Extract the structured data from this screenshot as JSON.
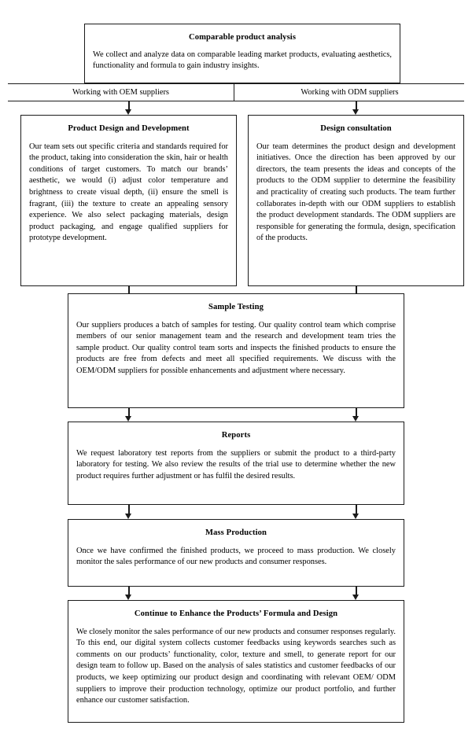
{
  "diagram": {
    "title": "Product development process flowchart",
    "accent_color": "#1b1b1b",
    "background_color": "#ffffff"
  },
  "nodes": {
    "comparable": {
      "title": "Comparable product analysis",
      "body": "We collect and analyze data on comparable leading market products, evaluating aesthetics, functionality and formula to gain industry insights."
    },
    "product_design": {
      "title": "Product Design and Development",
      "body": "Our team sets out specific criteria and standards required for the product, taking into consideration the skin, hair or health conditions of target customers. To match our brands’ aesthetic, we would (i) adjust color temperature and brightness to create visual depth, (ii) ensure the smell is  fragrant, (iii) the texture to create an appealing sensory experience. We also select packaging materials, design product packaging, and engage qualified suppliers for prototype development."
    },
    "design_consultation": {
      "title": "Design consultation",
      "body": "Our team determines the product design and development initiatives. Once the direction has been approved by our directors, the team presents the ideas and concepts of the products to the ODM supplier to determine the feasibility and practicality of creating such products. The team further collaborates in-depth with our ODM suppliers to establish the product development standards. The ODM suppliers are responsible for generating the formula, design, specification of the products."
    },
    "sample_testing": {
      "title": "Sample Testing",
      "body": "Our suppliers produces a batch of samples for testing. Our quality control team which comprise members of our senior management team and the research and development team tries the sample product. Our quality control team sorts and inspects the finished products to ensure the products are free from defects and meet all specified requirements. We discuss with the OEM/ODM suppliers for possible enhancements and adjustment where necessary."
    },
    "reports": {
      "title": "Reports",
      "body": "We request laboratory test reports from the suppliers or submit the product to a third-party laboratory for testing. We also review the results of the trial use to determine whether the new product requires further adjustment or has fulfil the desired results."
    },
    "mass_production": {
      "title": "Mass Production",
      "body": "Once we have confirmed the finished products, we proceed to mass production. We closely monitor the sales performance of our new products and consumer responses."
    },
    "continue_enhance": {
      "title": "Continue to Enhance the Products’ Formula and Design",
      "body": "We closely monitor the sales performance of our new products and consumer responses regularly. To this end, our digital system collects customer feedbacks using keywords searches such as comments on our products’ functionality, color, texture and smell, to generate report for our design team to follow up. Based on the analysis of sales statistics and customer feedbacks of our products, we keep optimizing our product design and coordinating with relevant OEM/ ODM suppliers to improve their production technology, optimize our product portfolio, and further enhance our customer satisfaction."
    }
  },
  "branches": {
    "oem_label": "Working with OEM suppliers",
    "odm_label": "Working with ODM suppliers"
  }
}
